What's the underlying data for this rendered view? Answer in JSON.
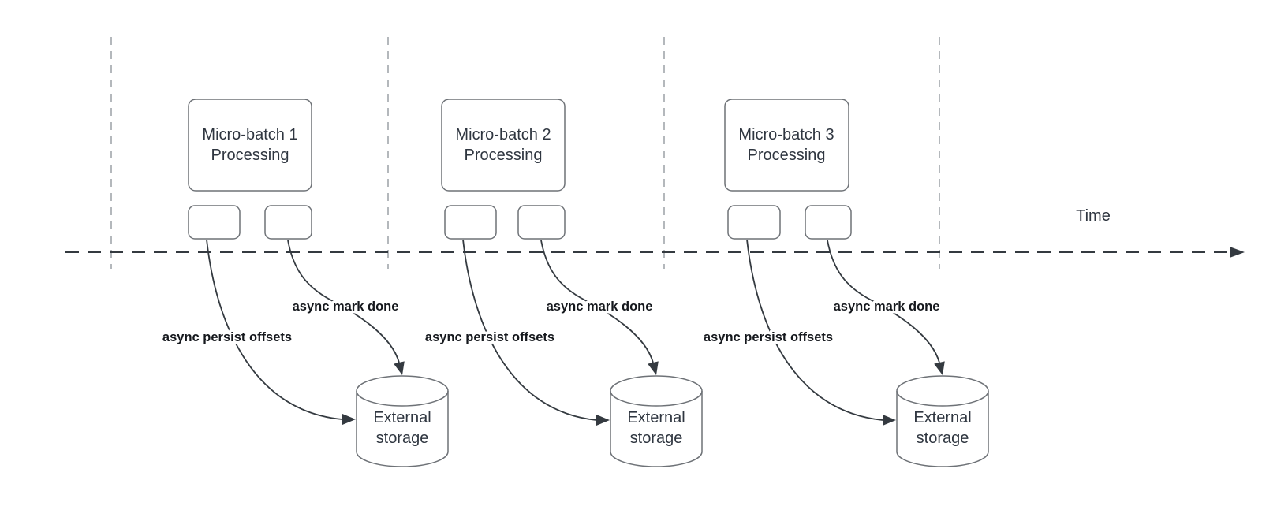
{
  "time_label": "Time",
  "batches": [
    {
      "title_line1": "Micro-batch 1",
      "title_line2": "Processing",
      "persist_label": "async persist offsets",
      "mark_done_label": "async mark done",
      "storage_line1": "External",
      "storage_line2": "storage"
    },
    {
      "title_line1": "Micro-batch 2",
      "title_line2": "Processing",
      "persist_label": "async persist offsets",
      "mark_done_label": "async mark done",
      "storage_line1": "External",
      "storage_line2": "storage"
    },
    {
      "title_line1": "Micro-batch 3",
      "title_line2": "Processing",
      "persist_label": "async persist offsets",
      "mark_done_label": "async mark done",
      "storage_line1": "External",
      "storage_line2": "storage"
    }
  ],
  "colors": {
    "line_dark": "#343a40",
    "shape_border": "#6e7277",
    "guide_gray": "#b4b8bc",
    "label_text": "#15181d",
    "box_text": "#2f3640"
  }
}
